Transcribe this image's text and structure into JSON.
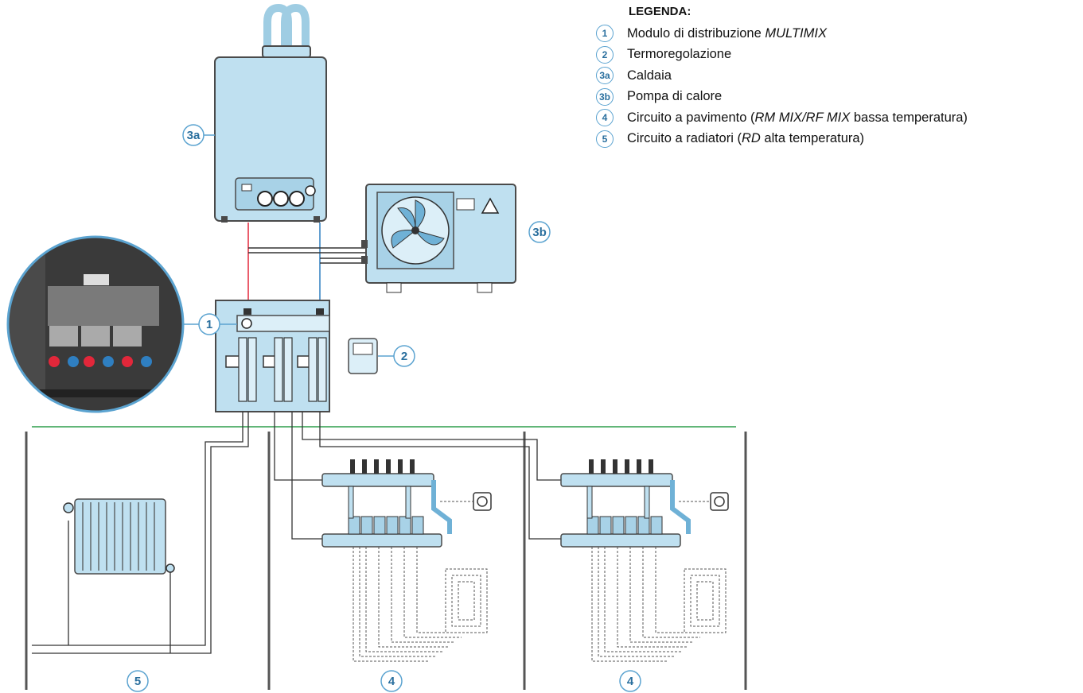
{
  "legend": {
    "title": "LEGENDA:",
    "items": [
      {
        "id": "1",
        "pre": "Modulo di distribuzione ",
        "italic": "MULTIMIX",
        "post": ""
      },
      {
        "id": "2",
        "pre": "Termoregolazione",
        "italic": "",
        "post": ""
      },
      {
        "id": "3a",
        "pre": "Caldaia",
        "italic": "",
        "post": ""
      },
      {
        "id": "3b",
        "pre": "Pompa di calore",
        "italic": "",
        "post": ""
      },
      {
        "id": "4",
        "pre": "Circuito a pavimento (",
        "italic": "RM MIX/RF MIX",
        "post": " bassa temperatura)"
      },
      {
        "id": "5",
        "pre": "Circuito a radiatori (",
        "italic": "RD",
        "post": " alta temperatura)"
      }
    ]
  },
  "callouts": {
    "boiler": "3a",
    "heat_pump": "3b",
    "module": "1",
    "thermoregulation": "2",
    "radiator_zone": "5",
    "floor_zone_a": "4",
    "floor_zone_b": "4"
  },
  "colors": {
    "equipment_fill": "#bfe0f0",
    "equipment_stroke": "#4a4a4a",
    "callout_stroke": "#5ba3d0",
    "callout_text": "#2a6f9e",
    "hot_pipe": "#e2273a",
    "cold_pipe": "#2f7fc1",
    "floor_line": "#2e9e4c"
  }
}
